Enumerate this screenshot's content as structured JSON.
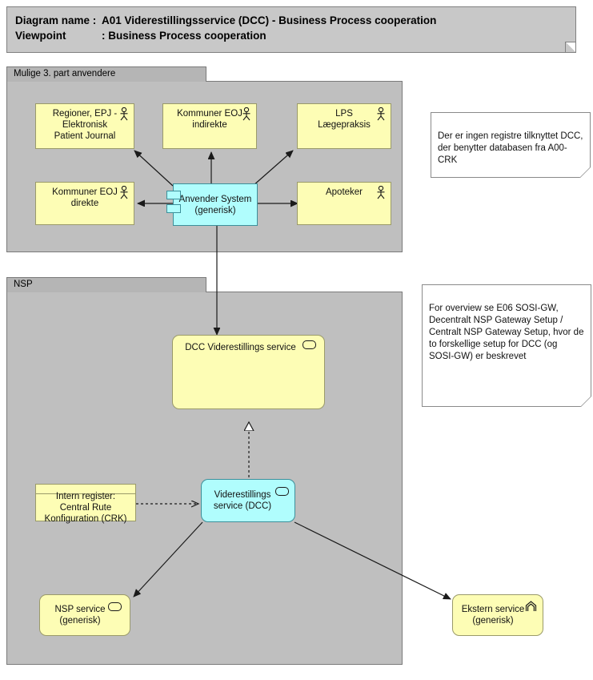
{
  "header": {
    "diagram_name_key": "Diagram name :",
    "diagram_name_value": "A01 Viderestillingsservice (DCC) - Business Process cooperation",
    "viewpoint_key": "Viewpoint",
    "viewpoint_value": ": Business Process cooperation"
  },
  "groups": [
    {
      "id": "third-party",
      "label": "Mulige 3. part anvendere"
    },
    {
      "id": "nsp",
      "label": "NSP"
    }
  ],
  "nodes": {
    "regioner_epj": {
      "label": "Regioner, EPJ -\nElektronisk\nPatient Journal",
      "icon": "actor-icon"
    },
    "kommuner_indirekte": {
      "label": "Kommuner EOJ\nindirekte",
      "icon": "actor-icon"
    },
    "lps_laegepraksis": {
      "label": "LPS\nLægepraksis",
      "icon": "actor-icon"
    },
    "kommuner_direkte": {
      "label": "Kommuner EOJ\ndirekte",
      "icon": "actor-icon"
    },
    "apoteker": {
      "label": "Apoteker",
      "icon": "actor-icon"
    },
    "anvender_system": {
      "label": "Anvender System\n(generisk)",
      "icon": "component-icon"
    },
    "dcc_viderestillings_service": {
      "label": "DCC Viderestillings service",
      "icon": "service-oval-icon"
    },
    "viderestillings_service_dcc": {
      "label": "Viderestillings\nservice (DCC)",
      "icon": "service-oval-icon"
    },
    "intern_register_crk": {
      "label": "Intern register:\nCentral Rute\nKonfiguration (CRK)",
      "icon": "none"
    },
    "nsp_service": {
      "label": "NSP service\n(generisk)",
      "icon": "service-oval-icon"
    },
    "ekstern_service": {
      "label": "Ekstern service\n(generisk)",
      "icon": "chevron-icon"
    }
  },
  "notes": [
    {
      "id": "note-registre",
      "text": "Der er ingen registre tilknyttet DCC, der benytter databasen fra A00-CRK"
    },
    {
      "id": "note-overview",
      "text": "For overview se E06 SOSI-GW, Decentralt NSP Gateway Setup / Centralt NSP Gateway Setup, hvor de to forskellige setup for DCC (og SOSI-GW) er beskrevet"
    }
  ],
  "colors": {
    "node_yellow": "#fdfdb5",
    "node_cyan": "#b0fdfd",
    "group_gray": "#bfbfbf",
    "banner_gray": "#c8c8c8",
    "line": "#1a1a1a"
  }
}
